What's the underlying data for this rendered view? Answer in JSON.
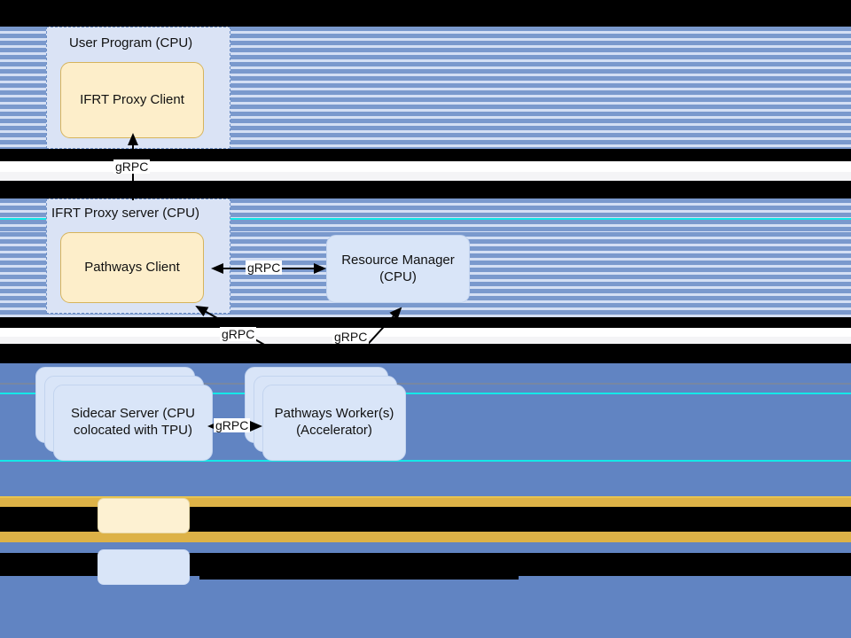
{
  "diagram": {
    "title_visible": false,
    "background_color": "#6184c2",
    "stripe_colors": [
      "#7a99cd",
      "#d4dff4"
    ],
    "groups": [
      {
        "id": "user-program",
        "label": "User Program (CPU)",
        "style": "dashed-light-blue"
      },
      {
        "id": "ifrt-proxy-server",
        "label": "IFRT Proxy server (CPU)",
        "style": "dashed-light-blue"
      }
    ],
    "nodes": [
      {
        "id": "ifrt-proxy-client",
        "label": "IFRT Proxy Client",
        "color": "#fdeeca",
        "border": "#d6b45c",
        "stacked": false
      },
      {
        "id": "pathways-client",
        "label": "Pathways Client",
        "color": "#fdeeca",
        "border": "#d6b45c",
        "stacked": false
      },
      {
        "id": "resource-manager",
        "label": "Resource Manager\n(CPU)",
        "line1": "Resource Manager",
        "line2": "(CPU)",
        "color": "#d9e5f8",
        "border": "#c3d4ef",
        "stacked": false
      },
      {
        "id": "sidecar-server",
        "line1": "Sidecar Server (CPU",
        "line2": "colocated with TPU)",
        "color": "#d9e5f8",
        "border": "#c3d4ef",
        "stacked": true,
        "stack_count": 3
      },
      {
        "id": "pathways-workers",
        "line1": "Pathways Worker(s)",
        "line2": "(Accelerator)",
        "color": "#d9e5f8",
        "border": "#c3d4ef",
        "stacked": true,
        "stack_count": 3
      }
    ],
    "edges": [
      {
        "id": "edge-proxy-server-to-client",
        "label": "gRPC",
        "from": "ifrt-proxy-server",
        "to": "ifrt-proxy-client",
        "arrow": "single"
      },
      {
        "id": "edge-resource-manager-to-pathways-client",
        "label": "gRPC",
        "from": "resource-manager",
        "to": "pathways-client",
        "arrow": "double"
      },
      {
        "id": "edge-sidecar-to-pathways-client",
        "label": "gRPC",
        "from": "sidecar-server",
        "to": "pathways-client",
        "arrow": "single"
      },
      {
        "id": "edge-workers-to-resource-manager",
        "label": "gRPC",
        "from": "pathways-workers",
        "to": "resource-manager",
        "arrow": "single"
      },
      {
        "id": "edge-sidecar-to-workers",
        "label": "gRPC",
        "from": "sidecar-server",
        "to": "pathways-workers",
        "arrow": "double"
      }
    ],
    "legend": [
      {
        "id": "legend-item-yellow",
        "swatch_color": "#fdf1d2",
        "label": ""
      },
      {
        "id": "legend-item-blue",
        "swatch_color": "#d9e5f8",
        "label": ""
      }
    ]
  }
}
